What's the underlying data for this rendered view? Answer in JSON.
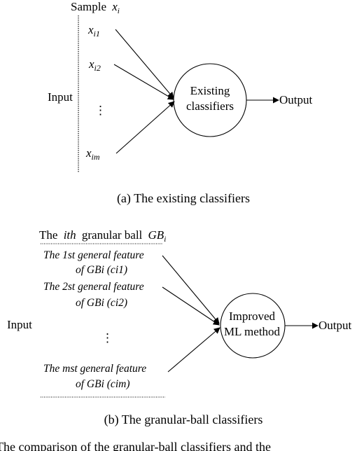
{
  "panel_a": {
    "sample_label": "Sample",
    "sample_var": "x",
    "sample_sub": "i",
    "inputs": [
      {
        "base": "x",
        "sub": "i1"
      },
      {
        "base": "x",
        "sub": "i2"
      },
      {
        "base": "⋮",
        "sub": ""
      },
      {
        "base": "x",
        "sub": "im"
      }
    ],
    "input_label": "Input",
    "node_line1": "Existing",
    "node_line2": "classifiers",
    "output_label": "Output",
    "caption": "(a)  The existing classifiers"
  },
  "panel_b": {
    "ball_prefix": "The",
    "ball_ith": "ith",
    "ball_mid": "granular ball",
    "ball_gb": "GB",
    "ball_gb_sub": "i",
    "features": [
      {
        "line1": "The 1st general feature",
        "line2": "of GBi (ci1)"
      },
      {
        "line1": "The 2st general feature",
        "line2": "of GBi (ci2)"
      },
      {
        "line1": "The mst general feature",
        "line2": "of GBi (cim)"
      }
    ],
    "dots": "⋮",
    "input_label": "Input",
    "node_line1": "Improved",
    "node_line2": "ML method",
    "output_label": "Output",
    "caption": "(b)  The granular-ball classifiers"
  },
  "footer_text": "The comparison of the granular-ball classifiers and the"
}
